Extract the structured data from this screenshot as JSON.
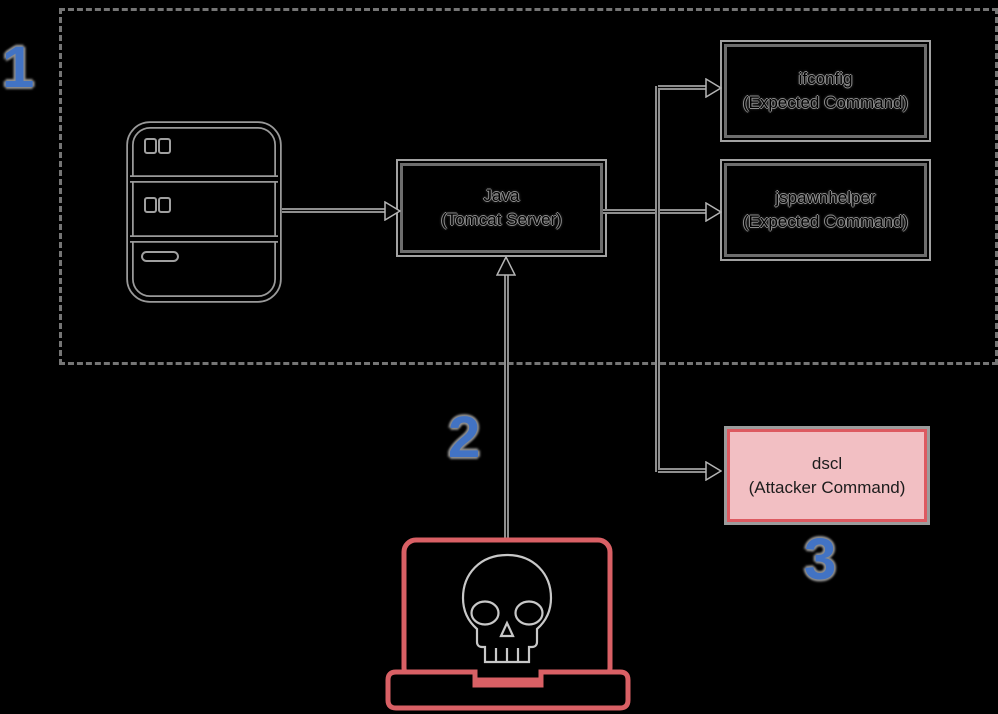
{
  "diagram": {
    "background_color": "#000000",
    "zone": {
      "description_visible": false
    },
    "steps": [
      {
        "label": "1"
      },
      {
        "label": "2"
      },
      {
        "label": "3"
      }
    ],
    "nodes": {
      "java": {
        "line1": "Java",
        "line2": "(Tomcat Server)"
      },
      "ifconfig": {
        "line1": "ifconfig",
        "line2": "(Expected Command)"
      },
      "jspawnhelper": {
        "line1": "jspawnhelper",
        "line2": "(Expected Command)"
      },
      "dscl": {
        "line1": "dscl",
        "line2": "(Attacker Command)"
      }
    },
    "icons": {
      "server": "server-rack-icon",
      "attacker": "skull-laptop-icon",
      "arrowheads": "arrowhead-icon"
    },
    "colors": {
      "step_number_blue": "#4273c4",
      "attacker_box_fill": "#f2bfc3",
      "attacker_box_border": "#dd5a61",
      "attacker_laptop_red": "#d96065",
      "stroke_gray": "#8f8f8f",
      "dashed_border_gray": "#757575",
      "skull_gray": "#c8c8c8"
    }
  }
}
